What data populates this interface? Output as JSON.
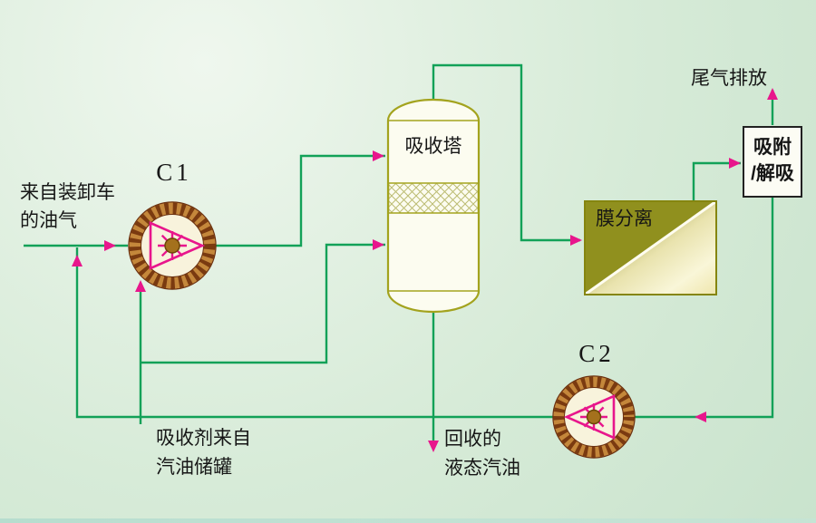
{
  "diagram": {
    "kind": "process-flow-diagram",
    "subject": "oil vapor recovery unit"
  },
  "labels": {
    "feed": {
      "line1": "来自装卸车",
      "line2": "的油气"
    },
    "compressor1": "C1",
    "compressor2": "C2",
    "absorber": "吸收塔",
    "membrane": "膜分离",
    "adsorber": {
      "line1": "吸附",
      "line2": "/解吸"
    },
    "vent": "尾气排放",
    "absorbent": {
      "line1": "吸收剂来自",
      "line2": "汽油储罐"
    },
    "product": {
      "line1": "回收的",
      "line2": "液态汽油"
    }
  },
  "colors": {
    "background": "#d8ecd8",
    "pipe_green": "#12a158",
    "arrow_magenta": "#e8168c",
    "vessel_olive": "#a3a31e",
    "membrane_dark": "#90901e",
    "ring_base": "#c4873b",
    "ring_stripe": "#7a3a10",
    "text": "#161616"
  }
}
